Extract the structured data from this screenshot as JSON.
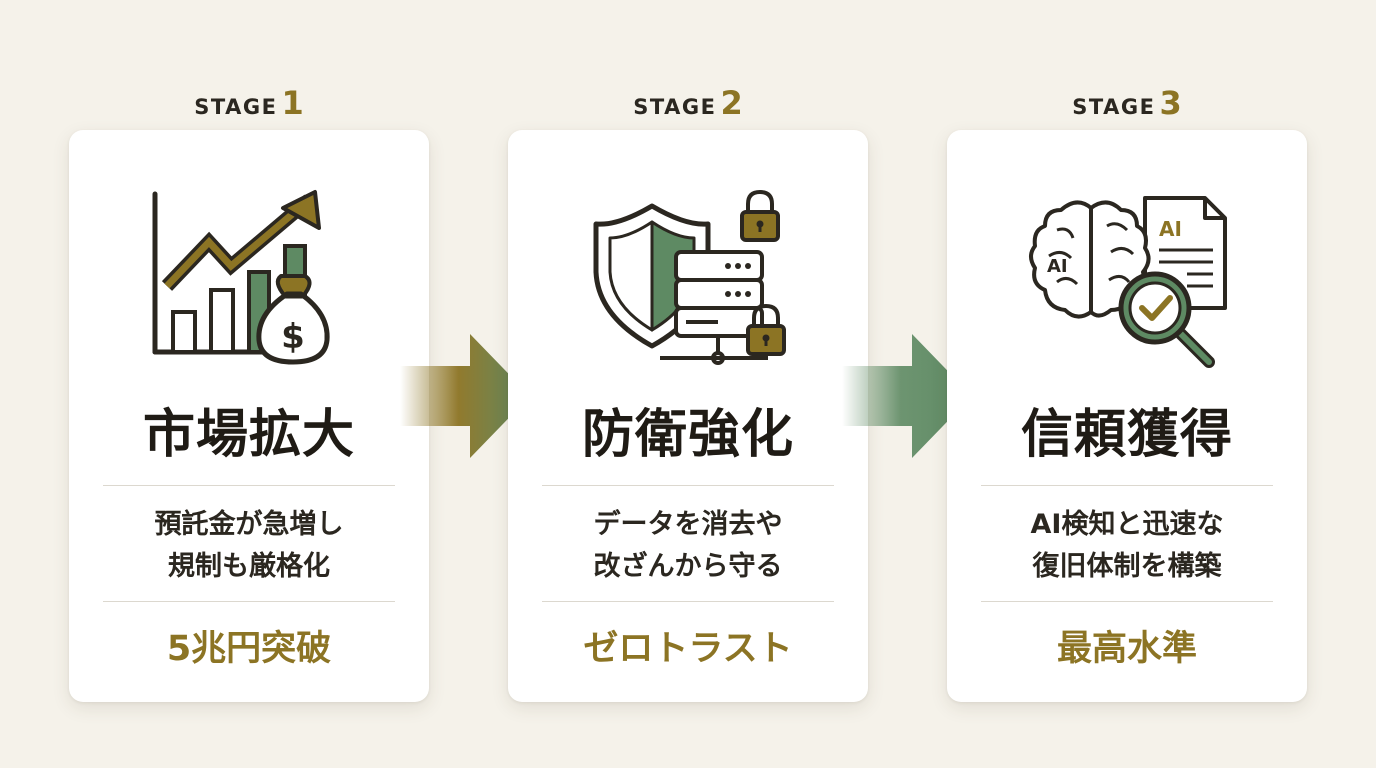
{
  "stages": [
    {
      "label_word": "STAGE",
      "label_num": "1",
      "icon": "growth-chart-money-bag-icon",
      "title": "市場拡大",
      "desc_line1": "預託金が急増し",
      "desc_line2": "規制も厳格化",
      "highlight": "5兆円突破"
    },
    {
      "label_word": "STAGE",
      "label_num": "2",
      "icon": "shield-server-lock-icon",
      "title": "防衛強化",
      "desc_line1": "データを消去や",
      "desc_line2": "改ざんから守る",
      "highlight": "ゼロトラスト"
    },
    {
      "label_word": "STAGE",
      "label_num": "3",
      "icon": "ai-brain-document-check-icon",
      "title": "信頼獲得",
      "desc_line1": "AI検知と迅速な",
      "desc_line2": "復旧体制を構築",
      "highlight": "最高水準",
      "icon_text_brain": "AI",
      "icon_text_doc": "AI"
    }
  ],
  "colors": {
    "background": "#f5f2ea",
    "gold": "#8c7424",
    "green": "#5e8a63",
    "dark": "#2b2720",
    "card": "#ffffff"
  }
}
